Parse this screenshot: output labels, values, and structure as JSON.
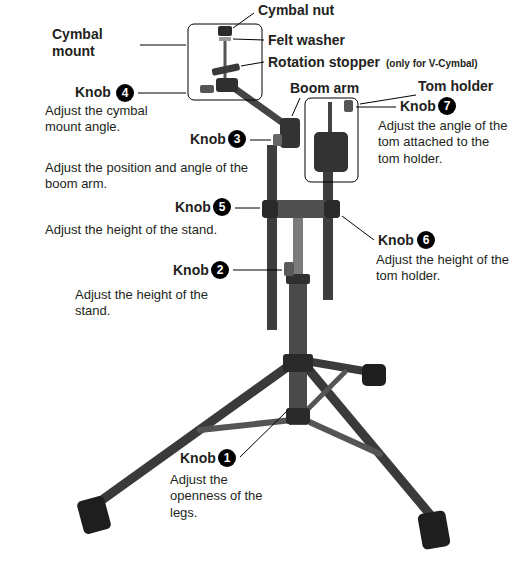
{
  "diagram": {
    "labels": [
      "Cymbal nut",
      "Cymbal mount",
      "Felt washer",
      "Rotation stopper",
      "(only for V-Cymbal)",
      "Knob",
      "4",
      "Adjust the cymbal mount angle.",
      "Boom arm",
      "Tom holder",
      "Knob",
      "7",
      "Knob",
      "3",
      "Adjust the angle of the tom attached to the tom holder.",
      "Adjust the position and angle of the boom arm.",
      "Knob",
      "5",
      "Adjust the height of the stand.",
      "Knob",
      "6",
      "Adjust the height of the tom holder.",
      "Knob",
      "2",
      "Adjust the height of the stand.",
      "Knob",
      "1",
      "Adjust the openness of the legs."
    ]
  }
}
